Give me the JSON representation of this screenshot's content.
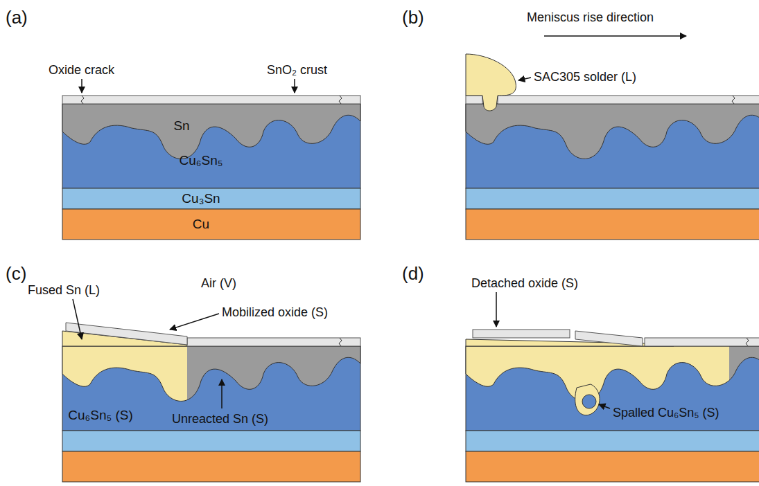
{
  "diagram": {
    "nodes": [
      {
        "text": [
          "Sn"
        ]
      },
      {
        "text": [
          "Cu₆Sn₅"
        ]
      },
      {
        "text": [
          "Cu₃Sn"
        ]
      },
      {
        "text": [
          "Cu"
        ]
      },
      {
        "text": [
          "Cu₆Sn₅ (S)"
        ]
      }
    ],
    "labels": [
      "(a)",
      "Oxide crack",
      "SnO₂ crust",
      "(b)",
      "Meniscus rise direction",
      "SAC305 solder (L)",
      "(c)",
      "Fused Sn (L)",
      "Air (V)",
      "Mobilized oxide (S)",
      "Unreacted Sn (S)",
      "(d)",
      "Detached oxide (S)",
      "Spalled Cu₆Sn₅ (S)"
    ]
  }
}
